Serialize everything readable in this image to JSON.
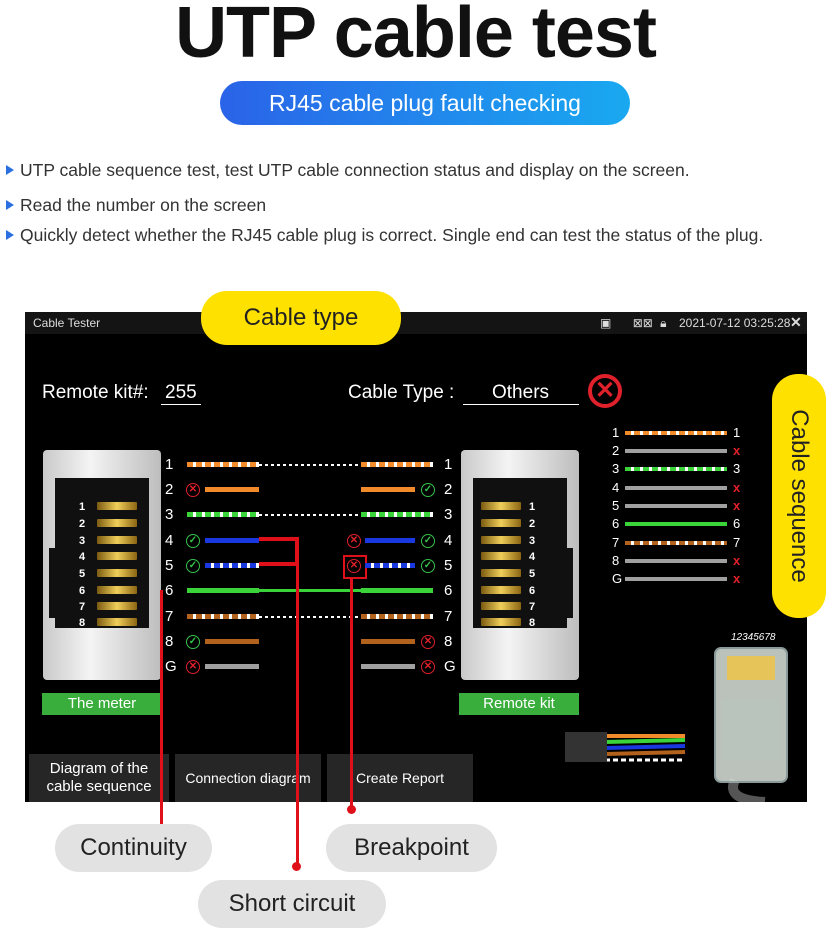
{
  "headline": "UTP cable test",
  "subtitle": "RJ45 cable plug fault checking",
  "bullets": [
    "UTP cable sequence test, test UTP cable connection status and display on the screen.",
    "Read the number on the screen",
    "Quickly detect whether the RJ45 cable plug is correct. Single end can test the status of the plug."
  ],
  "callouts": {
    "cable_type": "Cable type",
    "cable_sequence": "Cable sequence",
    "continuity": "Continuity",
    "short_circuit": "Short circuit",
    "breakpoint": "Breakpoint"
  },
  "screen": {
    "app_title": "Cable Tester",
    "datetime": "2021-07-12 03:25:28",
    "remote_kit_label": "Remote kit#:",
    "remote_kit_value": "255",
    "cable_type_label": "Cable Type :",
    "cable_type_value": "Others",
    "meter_label": "The meter",
    "remote_label": "Remote kit",
    "pins": [
      "1",
      "2",
      "3",
      "4",
      "5",
      "6",
      "7",
      "8",
      "G"
    ],
    "seq_left": [
      "1",
      "2",
      "3",
      "4",
      "5",
      "6",
      "7",
      "8",
      "G"
    ],
    "seq_right": [
      "1",
      "x",
      "3",
      "x",
      "x",
      "6",
      "7",
      "x",
      "x"
    ],
    "plug_label": "12345678",
    "tabs": {
      "diagram_line1": "Diagram of the",
      "diagram_line2": "cable sequence",
      "connection": "Connection diagram",
      "report": "Create Report"
    }
  },
  "colors": {
    "accent_blue": "#2a63e8",
    "callout_yellow": "#ffe100",
    "error_red": "#e0202a",
    "ok_green": "#35c24a",
    "button_green": "#3aae3c"
  }
}
